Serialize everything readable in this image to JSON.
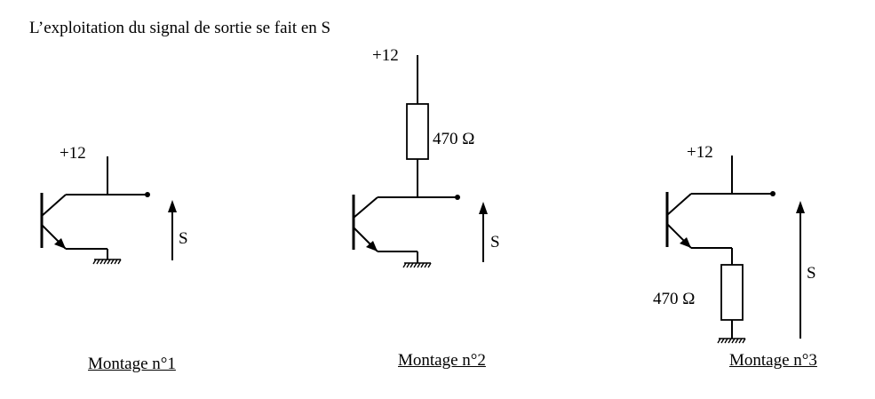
{
  "intro": "L’exploitation du signal de sortie se fait en S",
  "montage1": {
    "supply": "+12",
    "output": "S",
    "caption": "Montage n°1"
  },
  "montage2": {
    "supply": "+12",
    "resistor": "470 Ω",
    "output": "S",
    "caption": "Montage n°2"
  },
  "montage3": {
    "supply": "+12",
    "resistor": "470 Ω",
    "output": "S",
    "caption": "Montage n°3"
  }
}
